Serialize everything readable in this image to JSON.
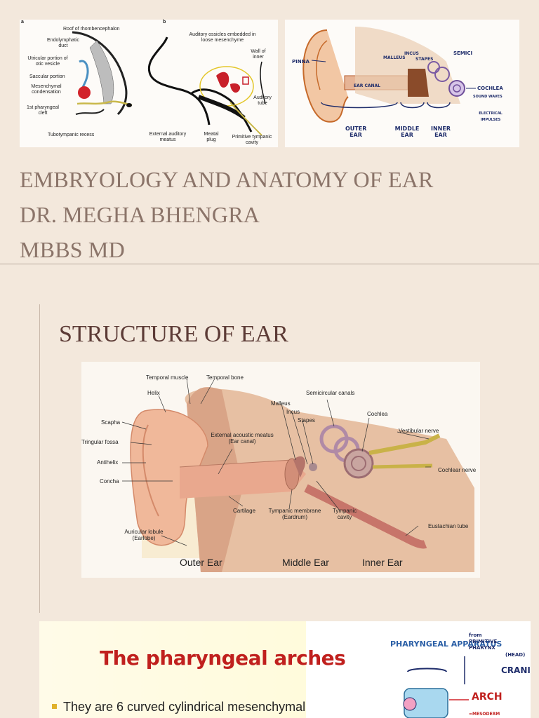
{
  "slide1": {
    "title_lines": [
      "EMBRYOLOGY AND ANATOMY OF EAR",
      "DR. MEGHA BHENGRA",
      "MBBS MD"
    ],
    "fig_a": {
      "panel_letter": "a",
      "labels": [
        "Roof of rhombencephalon",
        "Endolymphatic duct",
        "Utricular portion of otic vesicle",
        "Saccular portion",
        "Mesenchymal condensation",
        "1st pharyngeal cleft",
        "Tubotympanic recess"
      ]
    },
    "fig_b": {
      "panel_letter": "b",
      "labels": [
        "Auditory ossicles embedded in loose mesenchyme",
        "Wall of inner",
        "Auditory tube",
        "External auditory meatus",
        "Meatal plug",
        "Primitive tympanic cavity"
      ]
    },
    "fig_c": {
      "labels": [
        "PINNA",
        "INCUS",
        "MALLEUS",
        "STAPES",
        "SEMICI",
        "EAR CANAL",
        "COCHLEA",
        "SOUND WAVES",
        "ELECTRICAL IMPULSES",
        "OUTER EAR",
        "MIDDLE EAR",
        "INNER EAR"
      ]
    }
  },
  "slide2": {
    "title": "STRUCTURE OF EAR",
    "labels": {
      "temporal_muscle": "Temporal muscle",
      "temporal_bone": "Temporal bone",
      "helix": "Helix",
      "scapha": "Scapha",
      "triangular_fossa": "Tringular fossa",
      "antihelix": "Antihelix",
      "concha": "Concha",
      "auricular_lobule": "Auricular lobule (Earlobe)",
      "ext_meatus": "External acoustic meatus (Ear canal)",
      "cartilage": "Cartilage",
      "tympanic_membrane": "Tympanic membrane (Eardrum)",
      "tympanic_cavity": "Tympanic cavity",
      "semicircular": "Semicircular canals",
      "malleus": "Malleus",
      "incus": "Incus",
      "stapes": "Stapes",
      "cochlea": "Cochlea",
      "vestibular_nerve": "Vestibular nerve",
      "cochlear_nerve": "Cochlear nerve",
      "eustachian": "Eustachian tube"
    },
    "region_labels": [
      "Outer Ear",
      "Middle Ear",
      "Inner Ear"
    ]
  },
  "slide3": {
    "title": "The pharyngeal arches",
    "bullet": "They are 6 curved cylindrical mesenchymal",
    "sketch_labels": [
      "PHARYNGEAL APPARATUS",
      "from PRIMITIVE PHARYNX",
      "(HEAD)",
      "CRANIO-",
      "ARCH",
      "=MESODERM"
    ]
  },
  "colors": {
    "background": "#f3e8dc",
    "title_text": "#8b7469",
    "slide3_title": "#c0201e",
    "divider": "#b8a89c"
  }
}
